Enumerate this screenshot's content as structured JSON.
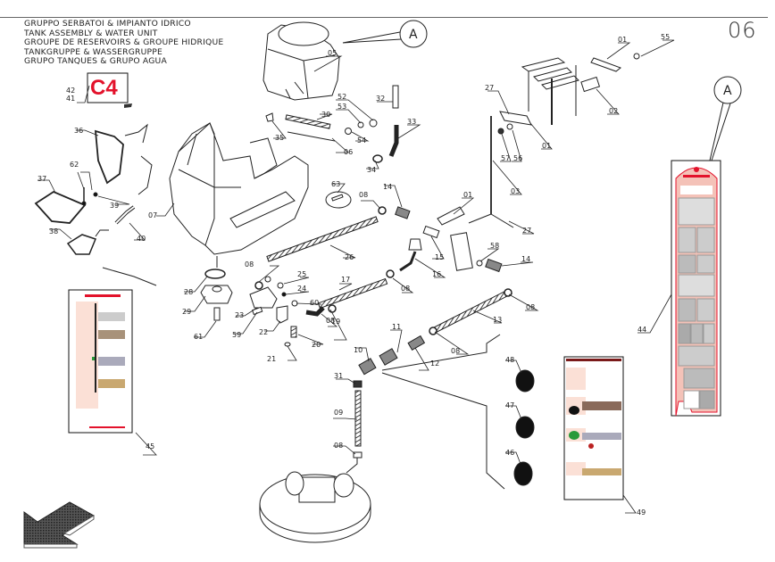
{
  "header": {
    "title_lines": [
      "GRUPPO SERBATOI & IMPIANTO IDRICO",
      "TANK ASSEMBLY & WATER UNIT",
      "GROUPE DE RESERVOIRS & GROUPE HIDRIQUE",
      "TANKGRUPPE & WASSERGRUPPE",
      "GRUPO TANQUES & GRUPO AGUA"
    ],
    "page_number": "06"
  },
  "logo": {
    "text": "C4",
    "color": "#e3122b"
  },
  "detail_callouts": [
    {
      "id": "A"
    },
    {
      "id": "A"
    }
  ],
  "accent_color": "#e3122b",
  "parts": {
    "p01": "01",
    "p02": "02",
    "p03": "03",
    "p05": "05",
    "p06": "06",
    "p07": "07",
    "p08": "08",
    "p09": "09",
    "p10": "10",
    "p11": "11",
    "p12": "12",
    "p13": "13",
    "p14": "14",
    "p15": "15",
    "p16": "16",
    "p17": "17",
    "p19": "19",
    "p20": "20",
    "p21": "21",
    "p22": "22",
    "p23": "23",
    "p24": "24",
    "p25": "25",
    "p26": "26",
    "p27": "27",
    "p28": "28",
    "p29": "29",
    "p30": "30",
    "p31": "31",
    "p32": "32",
    "p33": "33",
    "p34": "34",
    "p35": "35",
    "p36": "36",
    "p37": "37",
    "p38": "38",
    "p39": "39",
    "p40": "40",
    "p41": "41",
    "p42": "42",
    "p44": "44",
    "p45": "45",
    "p46": "46",
    "p47": "47",
    "p48": "48",
    "p49": "49",
    "p52": "52",
    "p53": "53",
    "p54": "54",
    "p55": "55",
    "p56": "56",
    "p57": "57",
    "p58": "58",
    "p59": "59",
    "p60": "60",
    "p61": "61",
    "p62": "62",
    "p63": "63"
  }
}
